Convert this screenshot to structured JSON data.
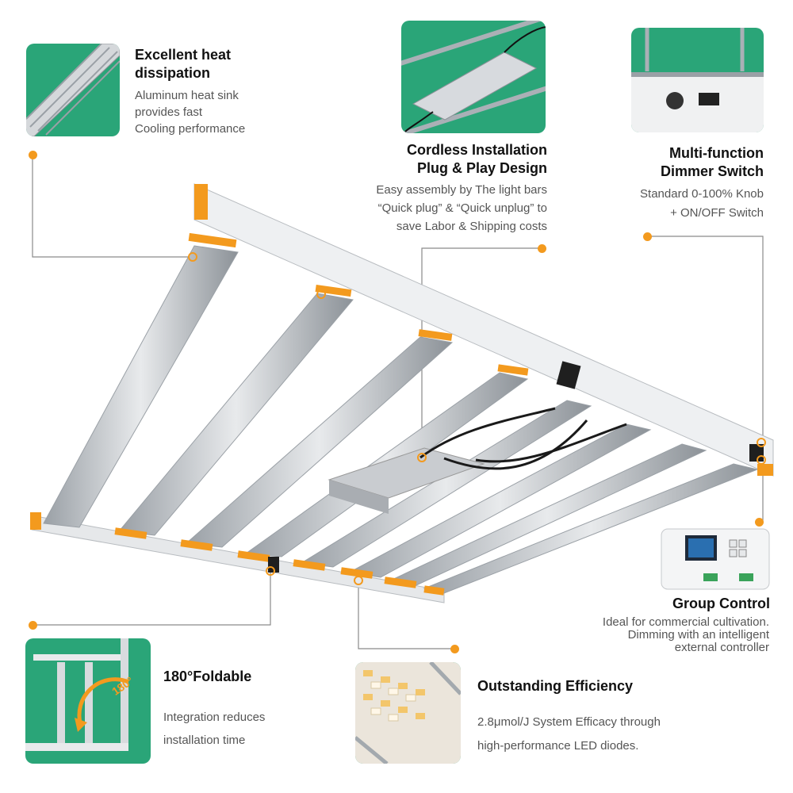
{
  "colors": {
    "accent": "#f39a1e",
    "thumb_green": "#2aa578",
    "text_dark": "#111111",
    "text_gray": "#555555"
  },
  "features": {
    "heat": {
      "title_line1": "Excellent heat",
      "title_line2": "dissipation",
      "desc_line1": "Aluminum heat sink",
      "desc_line2": "provides fast",
      "desc_line3": "Cooling performance"
    },
    "cordless": {
      "title_line1": "Cordless Installation",
      "title_line2": "Plug & Play Design",
      "desc_line1": "Easy assembly by The light bars",
      "desc_line2": "“Quick plug” & “Quick unplug” to",
      "desc_line3": "save Labor & Shipping costs"
    },
    "dimmer": {
      "title_line1": "Multi-function",
      "title_line2": "Dimmer Switch",
      "desc_line1": "Standard 0-100% Knob",
      "desc_line2": "+ ON/OFF Switch"
    },
    "group": {
      "title": "Group Control",
      "desc_line1": "Ideal for commercial cultivation.",
      "desc_line2": "Dimming with an intelligent",
      "desc_line3": "external controller"
    },
    "foldable": {
      "title": "180°Foldable",
      "badge": "180°",
      "desc_line1": "Integration reduces",
      "desc_line2": "installation time"
    },
    "efficiency": {
      "title": "Outstanding Efficiency",
      "desc_line1": "2.8μmol/J System Efficacy through",
      "desc_line2": "high-performance LED diodes."
    }
  }
}
